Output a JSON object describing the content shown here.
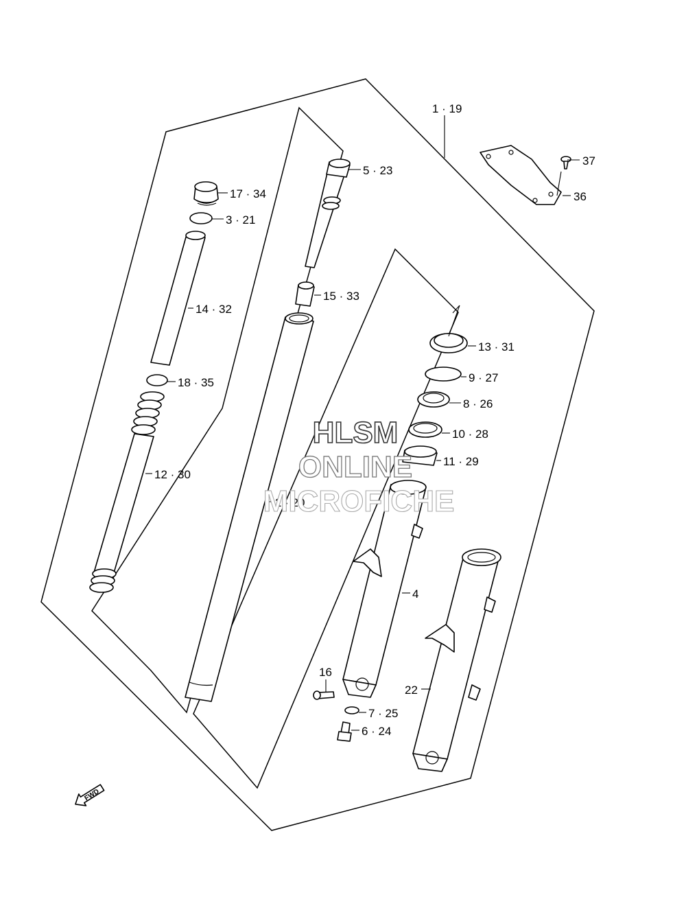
{
  "callouts": {
    "c1_19": "1 · 19",
    "c5_23": "5 · 23",
    "c37": "37",
    "c36": "36",
    "c17_34": "17 · 34",
    "c3_21": "3 · 21",
    "c14_32": "14 · 32",
    "c15_33": "15 · 33",
    "c13_31": "13 · 31",
    "c9_27": "9 · 27",
    "c8_26": "8 · 26",
    "c10_28": "10 · 28",
    "c11_29": "11 · 29",
    "c18_35": "18 · 35",
    "c12_30": "12 · 30",
    "c2_20": "2 · 20",
    "c4": "4",
    "c16": "16",
    "c22": "22",
    "c7_25": "7 · 25",
    "c6_24": "6 · 24"
  },
  "watermark": {
    "line1": "HLSM",
    "line2": "ONLINE",
    "line3": "MICROFICHE"
  },
  "fwd_arrow": {
    "label": "FWD",
    "icon": "forward-arrow-icon"
  }
}
